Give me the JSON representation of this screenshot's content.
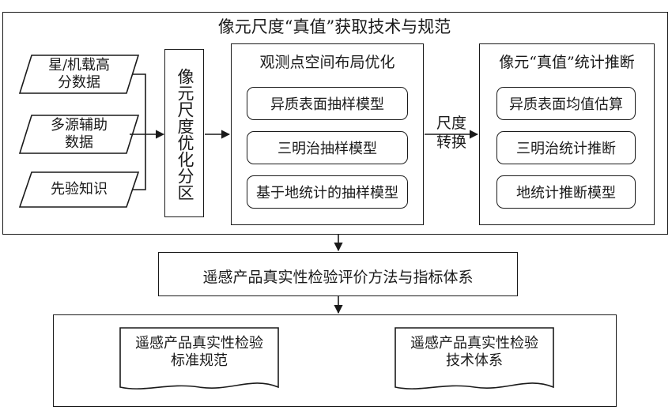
{
  "top_title": "像元尺度“真值”获取技术与规范",
  "inputs": [
    {
      "text": "星/机载高\n分数据"
    },
    {
      "text": "多源辅助\n数据"
    },
    {
      "text": "先验知识"
    }
  ],
  "zone_label": "像元尺度优化分区",
  "layout_panel": {
    "title": "观测点空间布局优化",
    "items": [
      "异质表面抽样模型",
      "三明治抽样模型",
      "基于地统计的抽样模型"
    ]
  },
  "scale_transform": "尺度\n转换",
  "stats_panel": {
    "title": "像元“真值”统计推断",
    "items": [
      "异质表面均值估算",
      "三明治统计推断",
      "地统计推断模型"
    ]
  },
  "middle_box": "遥感产品真实性检验评价方法与指标体系",
  "documents": [
    {
      "text": "遥感产品真实性检验\n标准规范"
    },
    {
      "text": "遥感产品真实性检验\n技术体系"
    }
  ],
  "colors": {
    "stroke": "#1a1a1a",
    "background": "#ffffff"
  }
}
